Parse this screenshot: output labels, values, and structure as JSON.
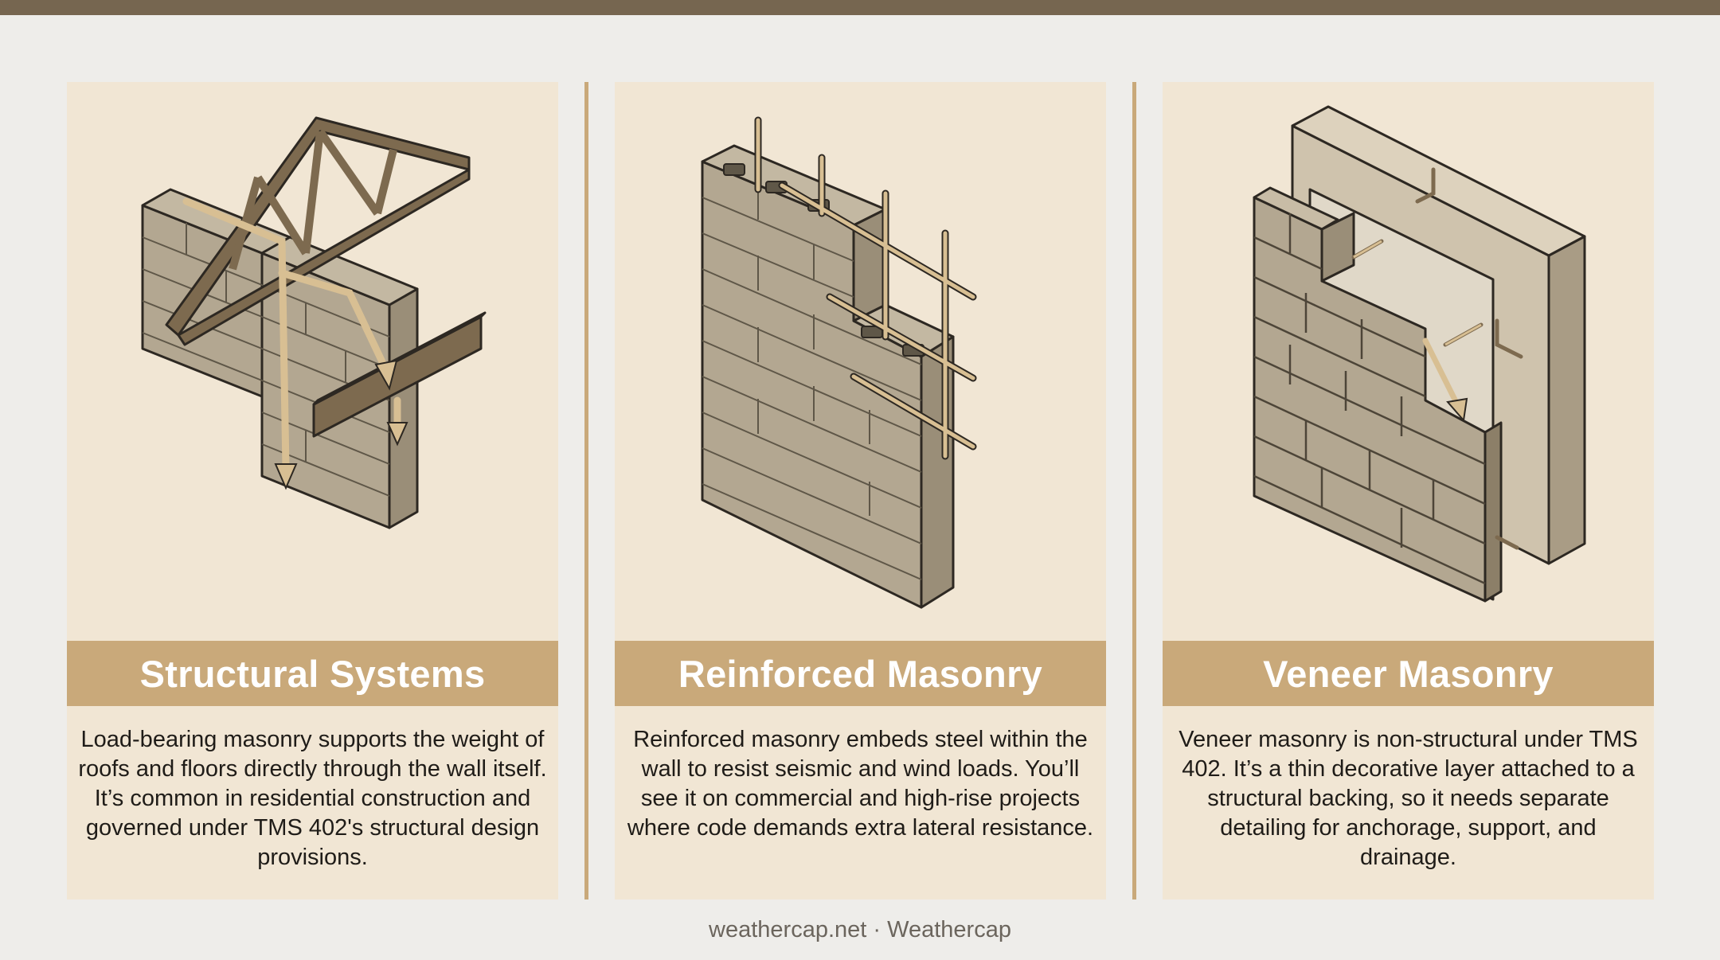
{
  "cards": [
    {
      "title": "Structural Systems",
      "description": "Load-bearing masonry supports the weight of roofs and floors directly through the wall itself. It’s common in residential construction and governed under TMS 402's structural design provisions."
    },
    {
      "title": "Reinforced Masonry",
      "description": "Reinforced masonry embeds steel within the wall to resist seismic and wind loads. You’ll see it on commercial and high-rise projects where code demands extra lateral resistance."
    },
    {
      "title": "Veneer Masonry",
      "description": "Veneer masonry is non-structural under TMS 402. It’s a thin decorative layer attached to a structural backing, so it needs separate detailing for anchorage, support, and drainage."
    }
  ],
  "footer": "weathercap.net · Weathercap",
  "colors": {
    "top_bar": "#766650",
    "card_background": "#f1e6d4",
    "title_band": "#c9a97a",
    "masonry": "#b3a791",
    "timber": "#7d6a4f",
    "arrow": "#d8bf93"
  }
}
